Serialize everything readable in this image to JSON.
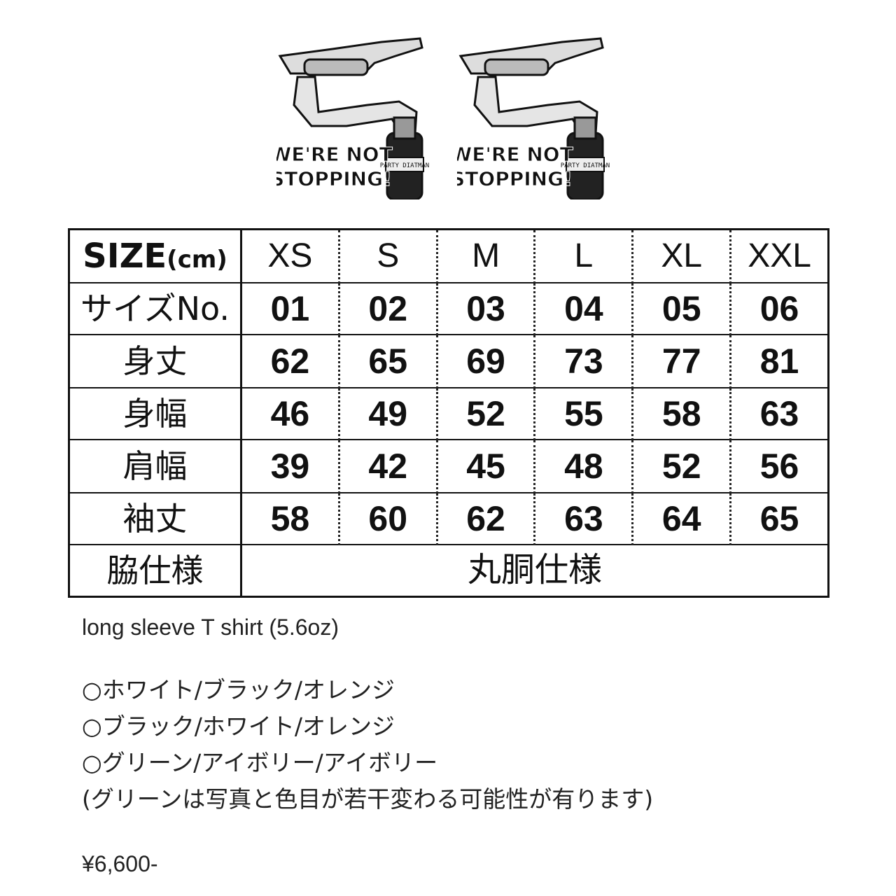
{
  "logo": {
    "badge_line1": "WE'RE NOT",
    "badge_line2": "STOPPING!",
    "plate_text": "PARTY DIATMAN"
  },
  "table": {
    "size_label": "SIZE",
    "size_unit": "(cm)",
    "sizes": [
      "XS",
      "S",
      "M",
      "L",
      "XL",
      "XXL"
    ],
    "rows": [
      {
        "label": "サイズNo.",
        "values": [
          "01",
          "02",
          "03",
          "04",
          "05",
          "06"
        ]
      },
      {
        "label": "身丈",
        "values": [
          "62",
          "65",
          "69",
          "73",
          "77",
          "81"
        ]
      },
      {
        "label": "身幅",
        "values": [
          "46",
          "49",
          "52",
          "55",
          "58",
          "63"
        ]
      },
      {
        "label": "肩幅",
        "values": [
          "39",
          "42",
          "45",
          "48",
          "52",
          "56"
        ]
      },
      {
        "label": "袖丈",
        "values": [
          "58",
          "60",
          "62",
          "63",
          "64",
          "65"
        ]
      }
    ],
    "side_label": "脇仕様",
    "side_value": "丸胴仕様"
  },
  "product": {
    "name": "long sleeve T shirt (5.6oz)",
    "colors": [
      "○ホワイト/ブラック/オレンジ",
      "○ブラック/ホワイト/オレンジ",
      "○グリーン/アイボリー/アイボリー"
    ],
    "note": "(グリーンは写真と色目が若干変わる可能性が有ります)",
    "price": "¥6,600-"
  }
}
